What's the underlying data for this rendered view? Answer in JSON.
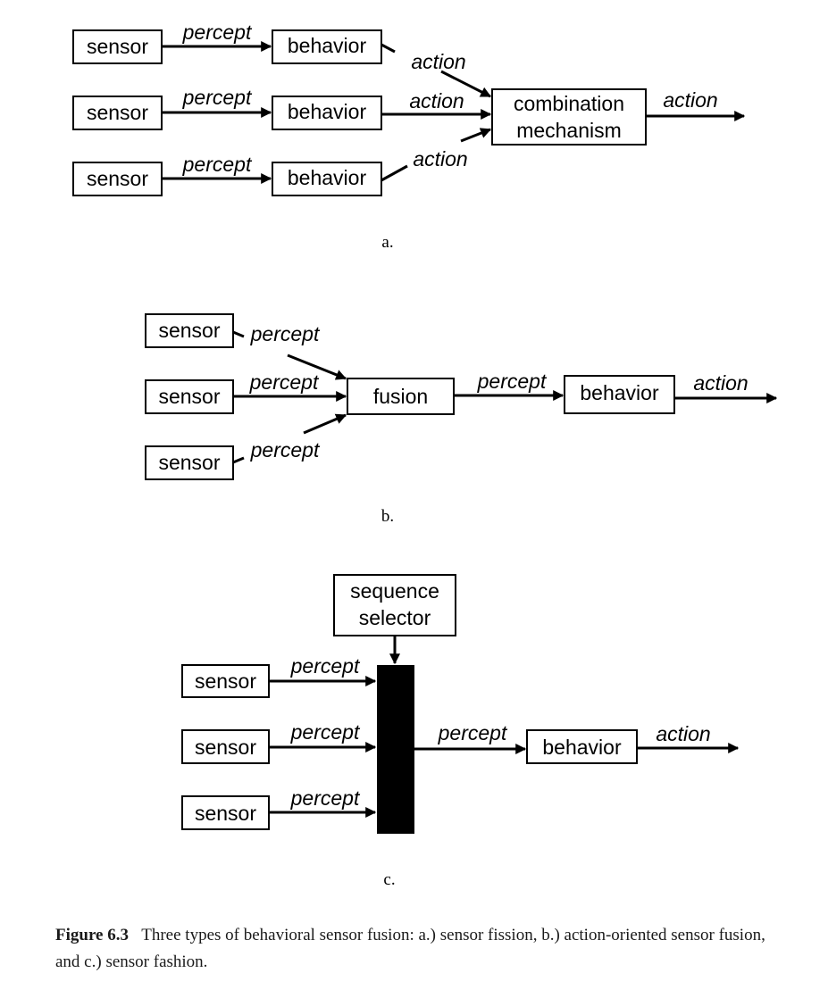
{
  "panel_a": {
    "panel_label": "a.",
    "sensors": [
      "sensor",
      "sensor",
      "sensor"
    ],
    "behaviors": [
      "behavior",
      "behavior",
      "behavior"
    ],
    "percept_labels": [
      "percept",
      "percept",
      "percept"
    ],
    "action_labels": [
      "action",
      "action",
      "action"
    ],
    "combiner_line1": "combination",
    "combiner_line2": "mechanism",
    "output_label": "action"
  },
  "panel_b": {
    "panel_label": "b.",
    "sensors": [
      "sensor",
      "sensor",
      "sensor"
    ],
    "percept_labels": [
      "percept",
      "percept",
      "percept"
    ],
    "fusion": "fusion",
    "fused_label": "percept",
    "behavior": "behavior",
    "output_label": "action"
  },
  "panel_c": {
    "panel_label": "c.",
    "selector_line1": "sequence",
    "selector_line2": "selector",
    "sensors": [
      "sensor",
      "sensor",
      "sensor"
    ],
    "percept_labels": [
      "percept",
      "percept",
      "percept"
    ],
    "selected_label": "percept",
    "behavior": "behavior",
    "output_label": "action"
  },
  "caption": {
    "figure_number": "Figure 6.3",
    "text": "Three types of behavioral sensor fusion: a.) sensor fission, b.) action-oriented sensor fusion, and c.) sensor fashion."
  }
}
